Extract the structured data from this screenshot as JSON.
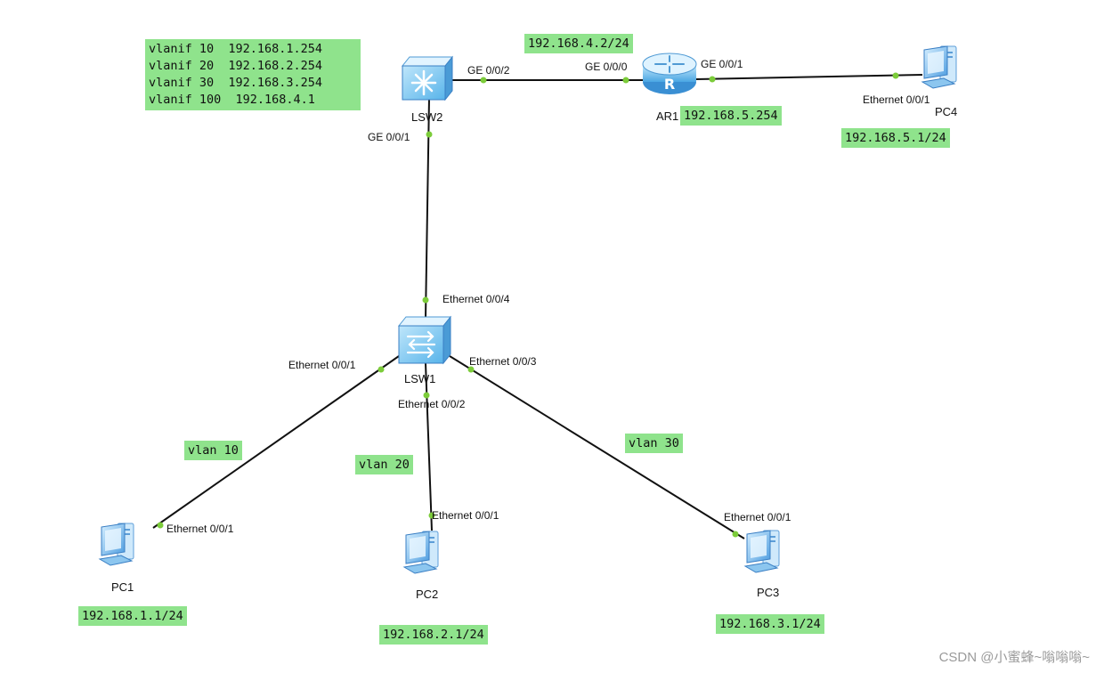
{
  "colors": {
    "accent": "#8fe38c",
    "port": "#7ccc3a",
    "device": "#5aa7e6",
    "link": "#111111"
  },
  "vlanif_table": [
    "vlanif 10  192.168.1.254",
    "vlanif 20  192.168.2.254",
    "vlanif 30  192.168.3.254",
    "vlanif 100  192.168.4.1"
  ],
  "devices": {
    "lsw2": {
      "name": "LSW2",
      "icon": "core-switch-icon"
    },
    "ar1": {
      "name": "AR1",
      "icon": "router-icon"
    },
    "pc4": {
      "name": "PC4",
      "icon": "pc-icon"
    },
    "lsw1": {
      "name": "LSW1",
      "icon": "access-switch-icon"
    },
    "pc1": {
      "name": "PC1",
      "icon": "pc-icon"
    },
    "pc2": {
      "name": "PC2",
      "icon": "pc-icon"
    },
    "pc3": {
      "name": "PC3",
      "icon": "pc-icon"
    }
  },
  "ports": {
    "lsw2_ge002": "GE 0/0/2",
    "ar1_ge000": "GE 0/0/0",
    "ar1_ge001": "GE 0/0/1",
    "pc4_eth": "Ethernet 0/0/1",
    "lsw2_ge001": "GE 0/0/1",
    "lsw1_eth004": "Ethernet 0/0/4",
    "lsw1_eth001": "Ethernet 0/0/1",
    "lsw1_eth003": "Ethernet 0/0/3",
    "lsw1_eth002": "Ethernet 0/0/2",
    "pc1_eth": "Ethernet 0/0/1",
    "pc2_eth": "Ethernet 0/0/1",
    "pc3_eth": "Ethernet 0/0/1"
  },
  "ip_notes": {
    "ar1_lan": "192.168.4.2/24",
    "ar1_gw": "192.168.5.254",
    "pc4": "192.168.5.1/24",
    "pc1": "192.168.1.1/24",
    "pc2": "192.168.2.1/24",
    "pc3": "192.168.3.1/24"
  },
  "vlans": {
    "pc1": "vlan 10",
    "pc2": "vlan 20",
    "pc3": "vlan 30"
  },
  "watermark": "CSDN @小蜜蜂~嗡嗡嗡~"
}
